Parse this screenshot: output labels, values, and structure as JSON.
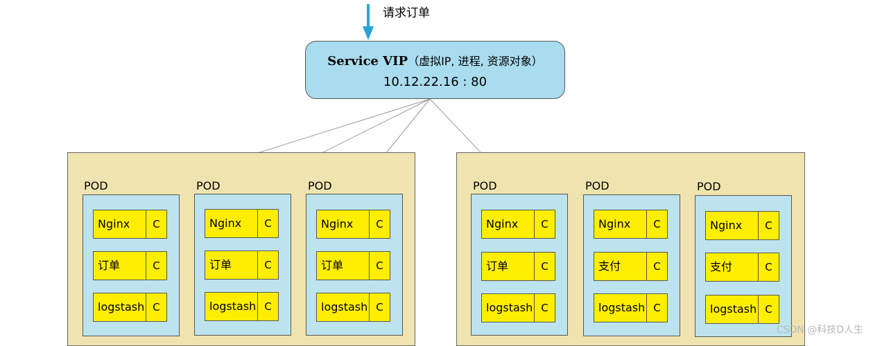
{
  "request": {
    "label": "请求订单",
    "arrow_color": "#29a3d6"
  },
  "service": {
    "name": "Service VIP",
    "desc": "（虚拟IP, 进程, 资源对象）",
    "address": "10.12.22.16 : 80",
    "fill": "#a9dcee"
  },
  "colors": {
    "node_fill": "#efe4b0",
    "pod_fill": "#bde4ee",
    "container_fill": "#ffee00"
  },
  "nodes": [
    {
      "pods": [
        {
          "label": "POD",
          "containers": [
            {
              "name": "Nginx",
              "tag": "C"
            },
            {
              "name": "订单",
              "tag": "C"
            },
            {
              "name": "logstash",
              "tag": "C"
            }
          ]
        },
        {
          "label": "POD",
          "containers": [
            {
              "name": "Nginx",
              "tag": "C"
            },
            {
              "name": "订单",
              "tag": "C"
            },
            {
              "name": "logstash",
              "tag": "C"
            }
          ]
        },
        {
          "label": "POD",
          "containers": [
            {
              "name": "Nginx",
              "tag": "C"
            },
            {
              "name": "订单",
              "tag": "C"
            },
            {
              "name": "logstash",
              "tag": "C"
            }
          ]
        }
      ]
    },
    {
      "pods": [
        {
          "label": "POD",
          "containers": [
            {
              "name": "Nginx",
              "tag": "C"
            },
            {
              "name": "订单",
              "tag": "C"
            },
            {
              "name": "logstash",
              "tag": "C"
            }
          ]
        },
        {
          "label": "POD",
          "containers": [
            {
              "name": "Nginx",
              "tag": "C"
            },
            {
              "name": "支付",
              "tag": "C"
            },
            {
              "name": "logstash",
              "tag": "C"
            }
          ]
        },
        {
          "label": "POD",
          "containers": [
            {
              "name": "Nginx",
              "tag": "C"
            },
            {
              "name": "支付",
              "tag": "C"
            },
            {
              "name": "logstash",
              "tag": "C"
            }
          ]
        }
      ]
    }
  ],
  "watermark": "CSDN @科技D人生"
}
